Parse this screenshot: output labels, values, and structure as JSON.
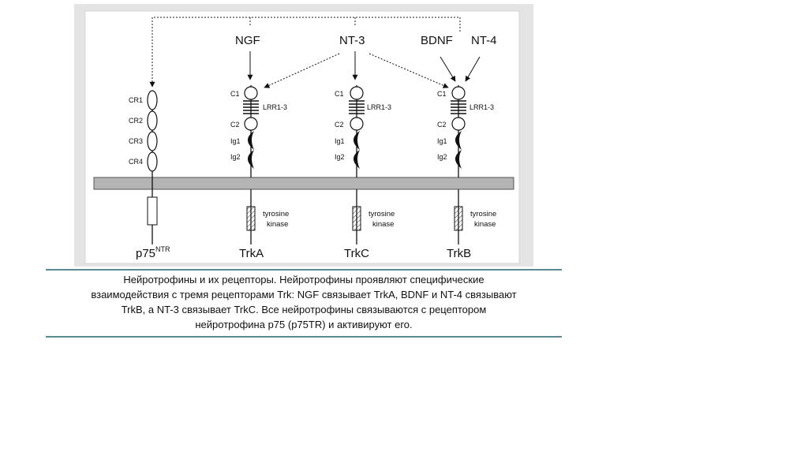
{
  "ligands": {
    "ngf": "NGF",
    "nt3": "NT-3",
    "bdnf": "BDNF",
    "nt4": "NT-4"
  },
  "domains": {
    "c1": "C1",
    "lrr": "LRR1-3",
    "c2": "C2",
    "ig1": "Ig1",
    "ig2": "Ig2",
    "cr1": "CR1",
    "cr2": "CR2",
    "cr3": "CR3",
    "cr4": "CR4"
  },
  "kinase": {
    "line1": "tyrosine",
    "line2": "kinase"
  },
  "receptors": {
    "p75_base": "p75",
    "p75_sup": "NTR",
    "trka": "TrkA",
    "trkc": "TrkC",
    "trkb": "TrkB"
  },
  "caption": {
    "line1": "Нейротрофины и их рецепторы. Нейротрофины проявляют специфические",
    "line2": "взаимодействия с тремя рецепторами Trk: NGF связывает TrkA, BDNF и NT-4 связывают",
    "line3": "TrkB, а NT-3 связывает TrkC. Все нейротрофины связываются с рецептором",
    "line4": "нейротрофина p75 (p75TR) и активируют его."
  },
  "colors": {
    "panel_background": "#e4e4e4",
    "membrane": "#b4b4b4",
    "rule": "#5a8a96"
  }
}
